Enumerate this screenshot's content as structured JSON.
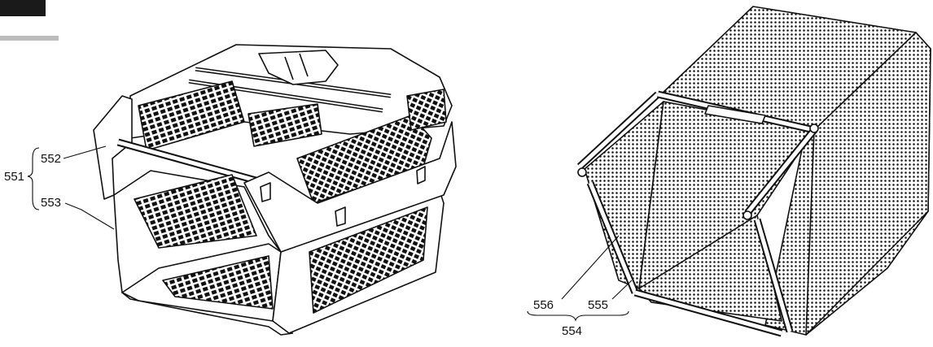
{
  "labels": {
    "part_551": "551",
    "part_552": "552",
    "part_553": "553",
    "part_554": "554",
    "part_555": "555",
    "part_556": "556"
  },
  "colors": {
    "ink": "#111111",
    "paper": "#ffffff",
    "tab_dark": "#1a1a1a",
    "tab_grey": "#bdbdbd"
  }
}
